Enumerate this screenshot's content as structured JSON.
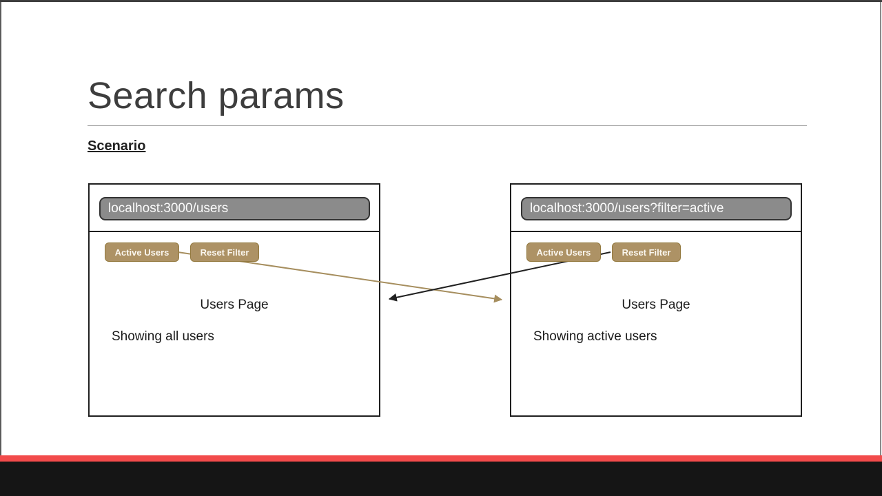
{
  "slide": {
    "title": "Search params",
    "section_heading": "Scenario"
  },
  "browsers": [
    {
      "url": "localhost:3000/users",
      "active_users_button": "Active Users",
      "reset_filter_button": "Reset Filter",
      "page_title": "Users Page",
      "status_text": "Showing all users"
    },
    {
      "url": "localhost:3000/users?filter=active",
      "active_users_button": "Active Users",
      "reset_filter_button": "Reset Filter",
      "page_title": "Users Page",
      "status_text": "Showing active users"
    }
  ],
  "arrows": [
    {
      "name": "active-users-click-arrow",
      "color": "#a68e5e",
      "direction": "left-to-right"
    },
    {
      "name": "reset-filter-click-arrow",
      "color": "#212121",
      "direction": "right-to-left"
    }
  ],
  "colors": {
    "title_text": "#3d3d3d",
    "button_bg": "#ad9265",
    "url_bar_bg": "#8b8b8b",
    "url_bar_border": "#333333",
    "accent_red": "#f24b4b",
    "footer_bar": "#151515"
  }
}
